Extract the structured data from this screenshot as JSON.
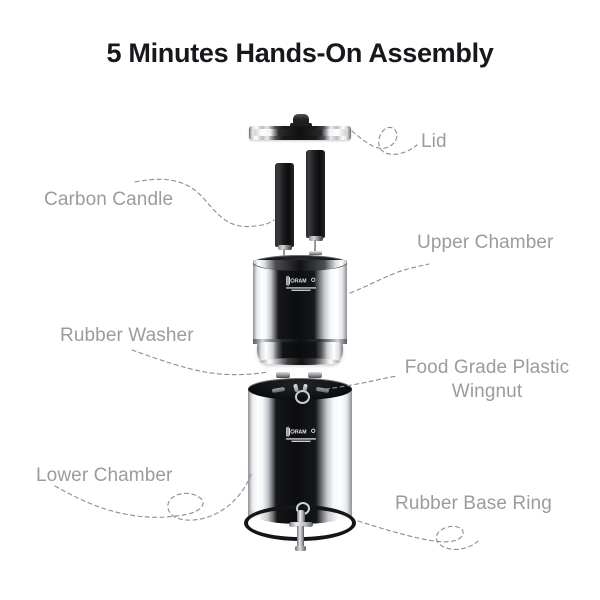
{
  "page": {
    "background_color": "#ffffff",
    "title": "5 Minutes Hands-On Assembly",
    "title_color": "#16181c",
    "label_color": "#9b9ba0",
    "leader_line_color": "#8d8d93"
  },
  "diagram": {
    "subject": "stainless steel gravity water purifier exploded assembly view",
    "labels": [
      {
        "id": "lid",
        "text": "Lid",
        "side": "right"
      },
      {
        "id": "carbon",
        "text": "Carbon Candle",
        "side": "left"
      },
      {
        "id": "upper",
        "text": "Upper Chamber",
        "side": "right"
      },
      {
        "id": "washer",
        "text": "Rubber Washer",
        "side": "left"
      },
      {
        "id": "wingnut",
        "text": "Food Grade Plastic\nWingnut",
        "side": "right"
      },
      {
        "id": "lower",
        "text": "Lower Chamber",
        "side": "left"
      },
      {
        "id": "base_ring",
        "text": "Rubber Base Ring",
        "side": "right"
      }
    ],
    "parts": [
      {
        "name": "lid",
        "finish": "chrome stainless steel with knob"
      },
      {
        "name": "carbon-candle",
        "count": 2,
        "finish": "matte black cylinder"
      },
      {
        "name": "upper-chamber",
        "finish": "mirror polished stainless steel"
      },
      {
        "name": "rubber-washer",
        "count": 2,
        "finish": "grey rubber"
      },
      {
        "name": "wingnut",
        "finish": "food grade plastic"
      },
      {
        "name": "lower-chamber",
        "finish": "mirror polished stainless steel"
      },
      {
        "name": "rubber-base-ring",
        "finish": "black rubber"
      },
      {
        "name": "tap",
        "finish": "chrome faucet"
      }
    ]
  }
}
